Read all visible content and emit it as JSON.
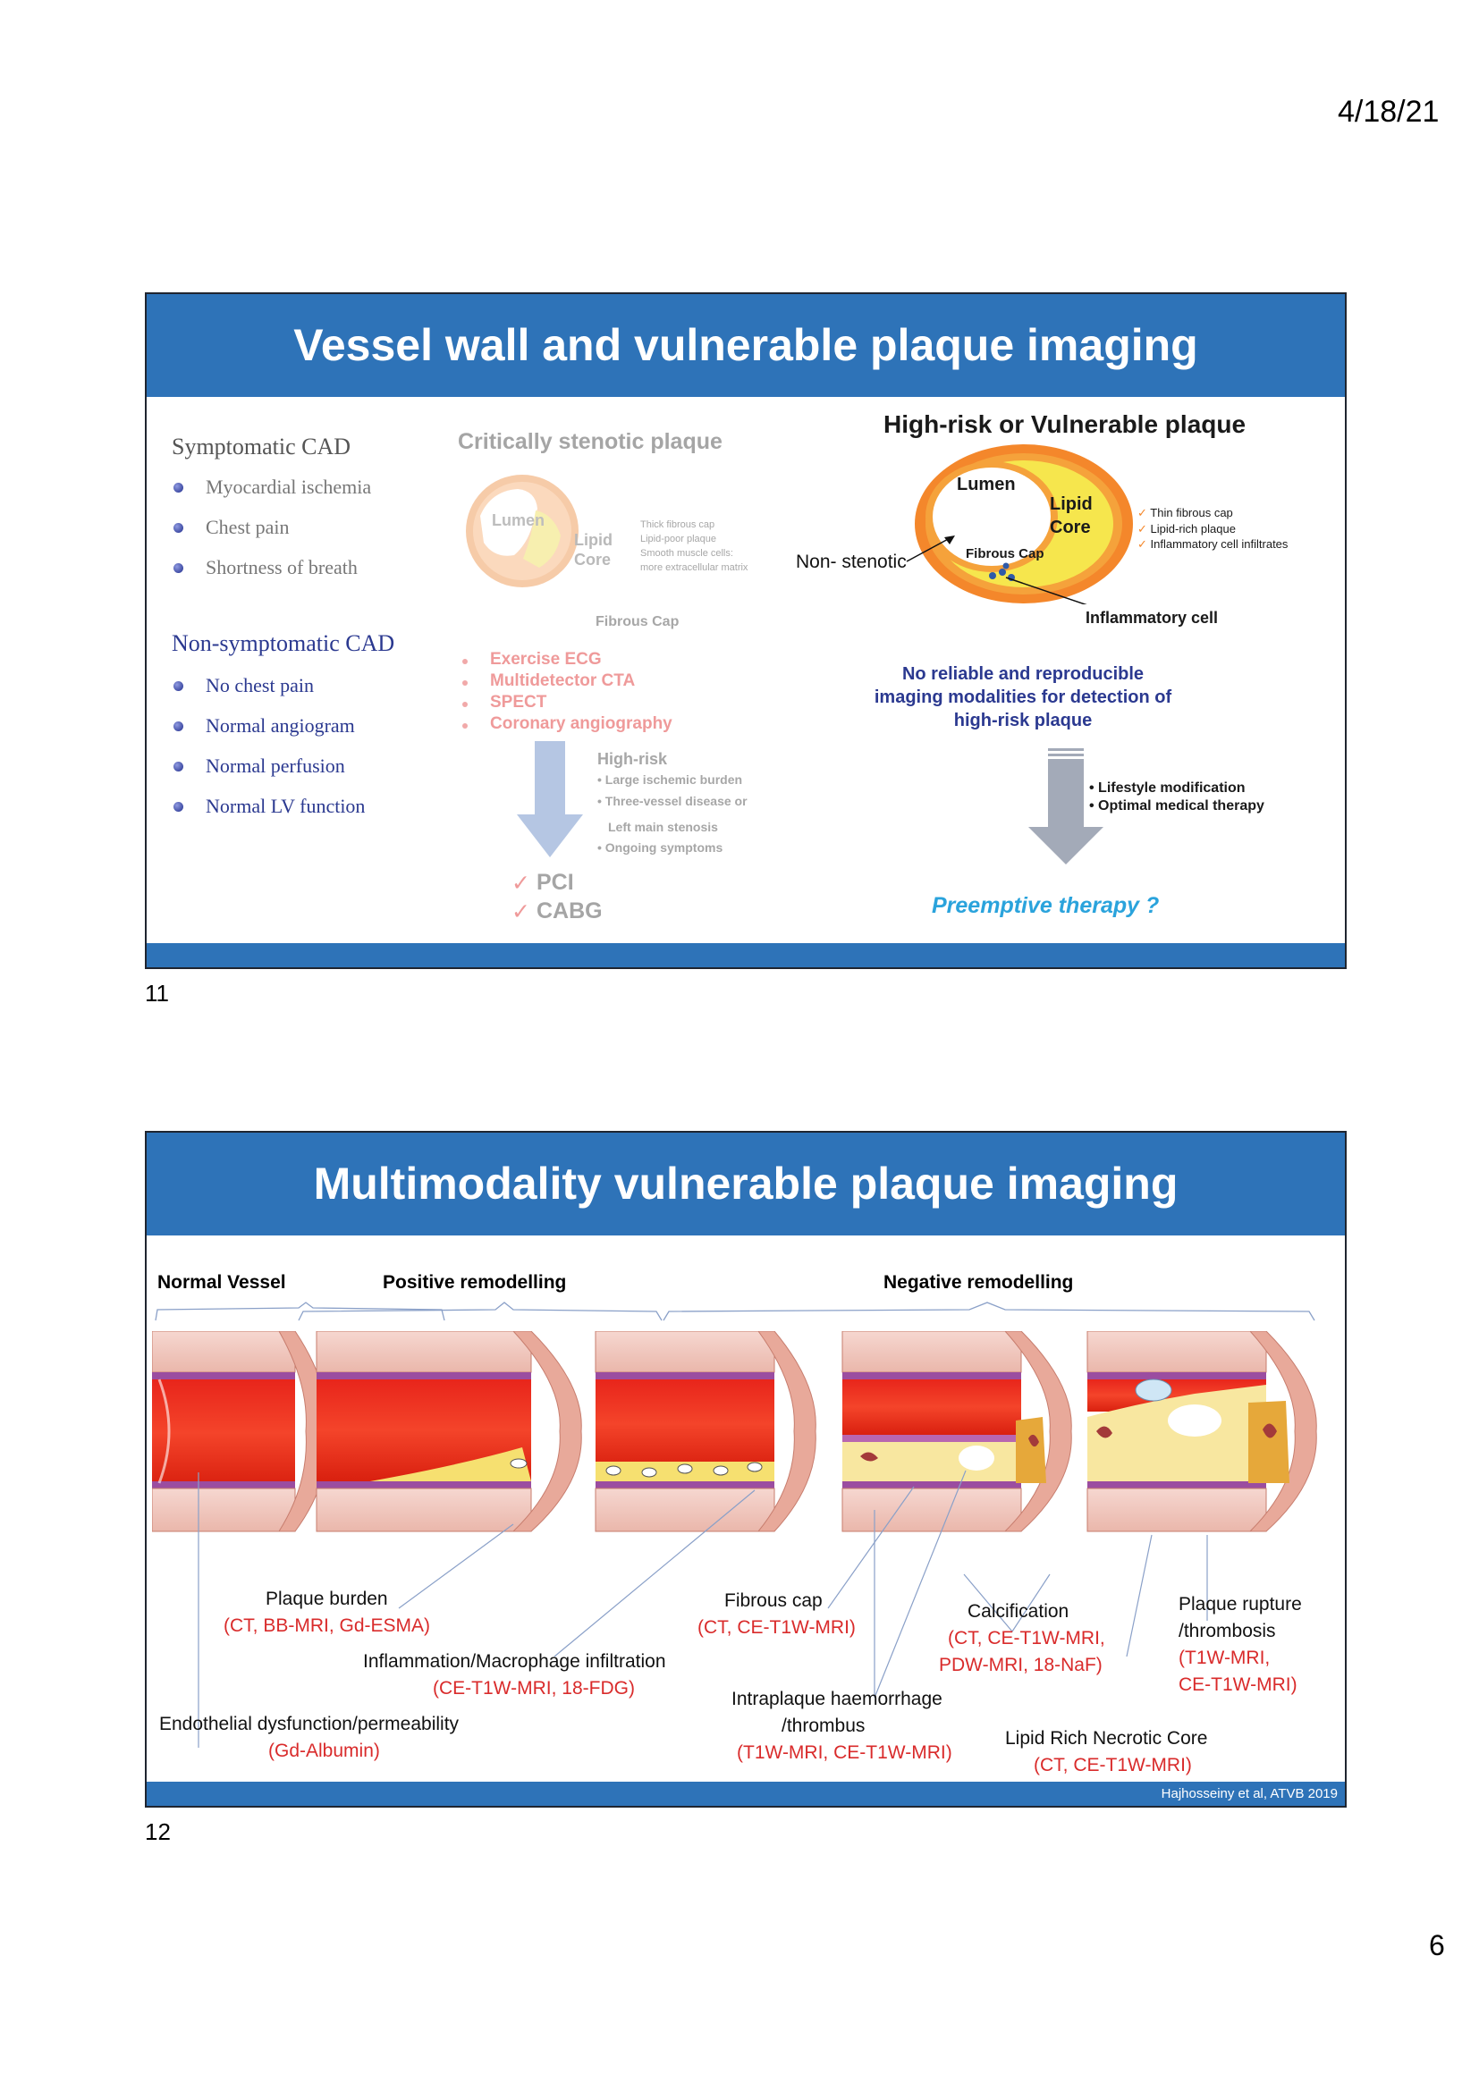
{
  "page": {
    "date": "4/18/21",
    "page_number": "6"
  },
  "slide11": {
    "number": "11",
    "title": "Vessel wall and vulnerable plaque imaging",
    "symptomatic": {
      "heading": "Symptomatic CAD",
      "items": [
        "Myocardial ischemia",
        "Chest pain",
        "Shortness of breath"
      ]
    },
    "nonsymptomatic": {
      "heading": "Non-symptomatic CAD",
      "items": [
        "No chest pain",
        "Normal angiogram",
        "Normal perfusion",
        "Normal LV function"
      ]
    },
    "stenotic": {
      "heading": "Critically stenotic plaque",
      "lumen": "Lumen",
      "lipid": "Lipid",
      "core": "Core",
      "notes": [
        "Thick fibrous cap",
        "Lipid-poor plaque",
        "Smooth muscle cells:",
        "more extracellular matrix"
      ],
      "fibrous_cap": "Fibrous Cap",
      "tests": [
        "Exercise ECG",
        "Multidetector CTA",
        "SPECT",
        "Coronary angiography"
      ],
      "highrisk_heading": "High-risk",
      "highrisk_items": [
        "Large ischemic burden",
        "Three-vessel disease or",
        "Left main stenosis",
        "Ongoing symptoms"
      ],
      "treatments": [
        "PCI",
        "CABG"
      ]
    },
    "vulnerable": {
      "heading": "High-risk or Vulnerable plaque",
      "lumen": "Lumen",
      "lipid": "Lipid",
      "core": "Core",
      "fibrous_cap": "Fibrous Cap",
      "non_stenotic": "Non- stenotic",
      "notes": [
        "Thin fibrous cap",
        "Lipid-rich plaque",
        "Inflammatory cell infiltrates"
      ],
      "inflammatory_cell": "Inflammatory cell",
      "no_reliable": [
        "No reliable and reproducible",
        "imaging modalities for detection of",
        "high-risk plaque"
      ],
      "therapy_items": [
        "Lifestyle modification",
        "Optimal medical therapy"
      ],
      "preemptive": "Preemptive therapy ?"
    },
    "colors": {
      "title_bar": "#2e73b8",
      "navy": "#2b3990",
      "pink": "#ef9a9a",
      "cyan": "#2aa3dc"
    }
  },
  "slide12": {
    "number": "12",
    "title": "Multimodality vulnerable plaque imaging",
    "headers": {
      "normal": "Normal Vessel",
      "positive": "Positive remodelling",
      "negative": "Negative remodelling"
    },
    "labels": {
      "plaque_burden": "Plaque burden",
      "plaque_burden_mod": "(CT, BB-MRI, Gd-ESMA)",
      "inflammation": "Inflammation/Macrophage infiltration",
      "inflammation_mod": "(CE-T1W-MRI, 18-FDG)",
      "endothelial": "Endothelial dysfunction/permeability",
      "endothelial_mod": "(Gd-Albumin)",
      "fibrous_cap": "Fibrous cap",
      "fibrous_cap_mod": "(CT, CE-T1W-MRI)",
      "intraplaque_1": "Intraplaque haemorrhage",
      "intraplaque_2": "/thrombus",
      "intraplaque_mod": "(T1W-MRI, CE-T1W-MRI)",
      "calcification": "Calcification",
      "calcification_mod_1": "(CT, CE-T1W-MRI,",
      "calcification_mod_2": "PDW-MRI, 18-NaF)",
      "lipid_core": "Lipid Rich Necrotic Core",
      "lipid_core_mod": "(CT, CE-T1W-MRI)",
      "rupture_1": "Plaque rupture",
      "rupture_2": "/thrombosis",
      "rupture_mod_1": "(T1W-MRI,",
      "rupture_mod_2": "CE-T1W-MRI)"
    },
    "citation": "Hajhosseiny et al, ATVB 2019",
    "colors": {
      "modality_red": "#d92b2b"
    }
  }
}
